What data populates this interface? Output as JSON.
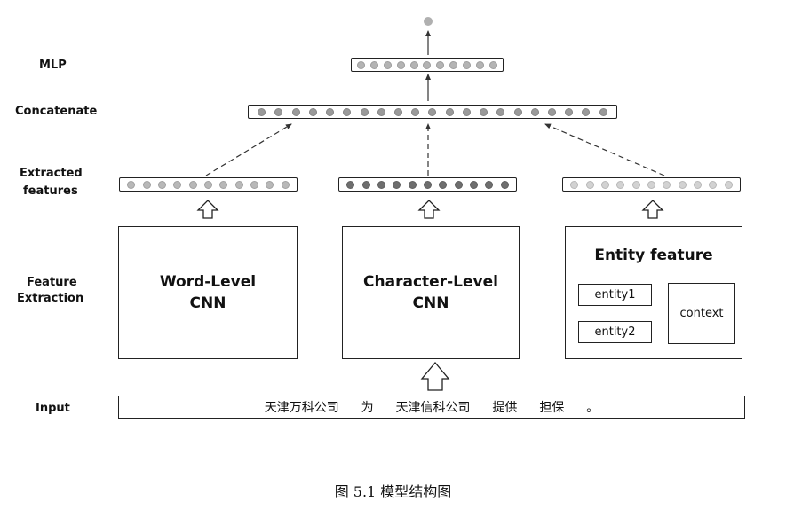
{
  "labels": {
    "mlp": "MLP",
    "concatenate": "Concatenate",
    "extracted_1": "Extracted",
    "extracted_2": "features",
    "feature_1": "Feature",
    "feature_2": "Extraction",
    "input": "Input"
  },
  "boxes": {
    "word_1": "Word-Level",
    "word_2": "CNN",
    "char_1": "Character-Level",
    "char_2": "CNN",
    "entity_title": "Entity feature",
    "entity1": "entity1",
    "entity2": "entity2",
    "context": "context"
  },
  "input_text": "天津万科公司  为  天津信科公司  提供  担保  。",
  "caption": "图 5.1 模型结构图",
  "colors": {
    "word_dots": "#b8b8b8",
    "char_dots": "#6e6e6e",
    "entity_dots": "#d2d2d2",
    "concat_dots": "#9a9a9a",
    "mlp_dots": "#b4b4b4",
    "output_dot": "#b0b0b0"
  }
}
